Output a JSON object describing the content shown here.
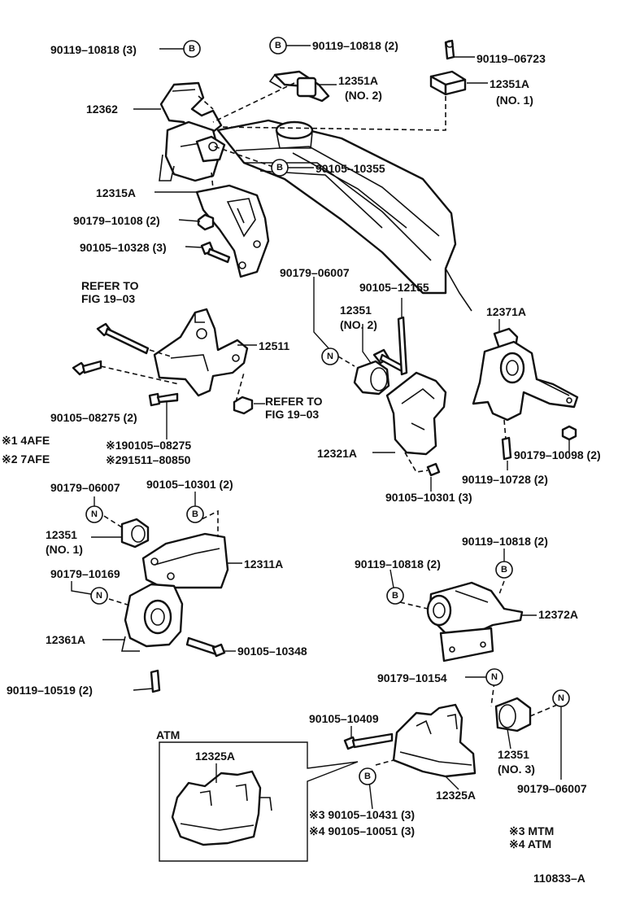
{
  "labels": {
    "l01": "90119–10818 (3)",
    "l02": "90119–10818 (2)",
    "l03": "90119–06723",
    "l04": "12351A",
    "l05": "(NO. 2)",
    "l06": "12351A",
    "l07": "(NO. 1)",
    "l08": "12362",
    "l09": "90105–10355",
    "l10": "12315A",
    "l11": "90179–10108 (2)",
    "l12": "90105–10328 (3)",
    "l13": "90179–06007",
    "l14": "90105–12155",
    "l15": "12351",
    "l16": "(NO. 2)",
    "l17": "12371A",
    "l18": "REFER TO",
    "l19": "FIG 19–03",
    "l20": "12511",
    "l21": "REFER TO",
    "l22": "FIG 19–03",
    "l23": "90105–08275 (2)",
    "l24": "※190105–08275",
    "l25": "※291511–80850",
    "l26": "※1  4AFE",
    "l27": "※2  7AFE",
    "l28": "12321A",
    "l29": "90179–10098 (2)",
    "l30": "90119–10728 (2)",
    "l31": "90105–10301 (3)",
    "l32": "90179–06007",
    "l33": "90105–10301 (2)",
    "l34": "12351",
    "l35": "(NO. 1)",
    "l36": "12311A",
    "l37": "90119–10818 (2)",
    "l38": "90119–10818 (2)",
    "l39": "12372A",
    "l40": "90179–10169",
    "l41": "12361A",
    "l42": "90105–10348",
    "l43": "90119–10519 (2)",
    "l44": "90179–10154",
    "l45": "90105–10409",
    "l46": "ATM",
    "l47": "12325A",
    "l48": "12351",
    "l49": "(NO. 3)",
    "l50": "90179–06007",
    "l51": "12325A",
    "l52": "※3 90105–10431 (3)",
    "l53": "※4 90105–10051 (3)",
    "l54": "※3 MTM",
    "l55": "※4 ATM",
    "l56": "110833–A"
  },
  "markers": {
    "b": "B",
    "n": "N"
  }
}
